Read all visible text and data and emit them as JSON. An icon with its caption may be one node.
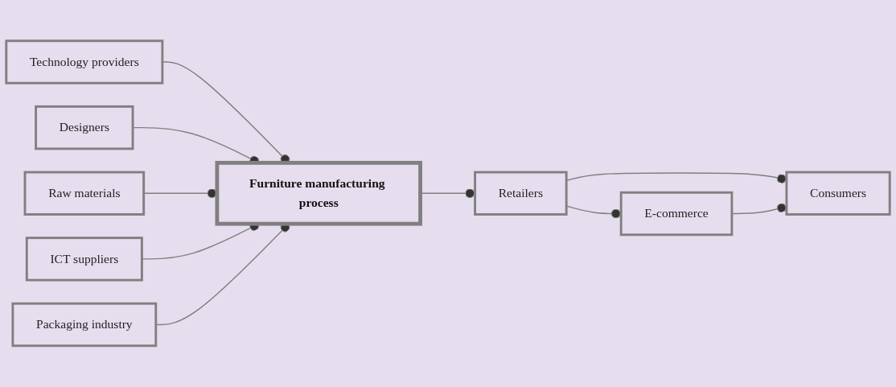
{
  "diagram": {
    "nodes": [
      {
        "text": [
          "Technology providers"
        ]
      },
      {
        "text": [
          "Designers"
        ]
      },
      {
        "text": [
          "Raw materials"
        ]
      },
      {
        "text": [
          "Furniture manufacturing process"
        ]
      },
      {
        "text": [
          "Retailers"
        ]
      },
      {
        "text": [
          "Consumers"
        ]
      },
      {
        "text": [
          "ICT suppliers"
        ]
      },
      {
        "text": [
          "Packaging industry"
        ]
      },
      {
        "text": [
          "E-commerce"
        ]
      }
    ],
    "edges": [
      {
        "from": 0,
        "to": 3,
        "arrow": "other"
      },
      {
        "from": 1,
        "to": 3,
        "arrow": "other"
      },
      {
        "from": 2,
        "to": 3,
        "arrow": "other"
      },
      {
        "from": 6,
        "to": 3,
        "arrow": "other"
      },
      {
        "from": 7,
        "to": 3,
        "arrow": "other"
      },
      {
        "from": 3,
        "to": 4,
        "arrow": "other"
      },
      {
        "from": 4,
        "to": 5,
        "arrow": "other"
      },
      {
        "from": 4,
        "to": 8,
        "arrow": "other"
      },
      {
        "from": 8,
        "to": 5,
        "arrow": "other"
      }
    ]
  }
}
